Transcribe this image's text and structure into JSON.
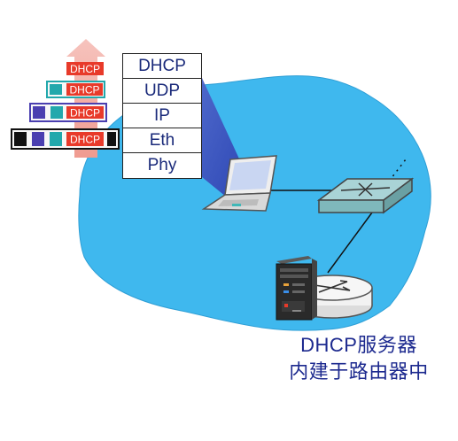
{
  "layers": [
    "DHCP",
    "UDP",
    "IP",
    "Eth",
    "Phy"
  ],
  "packet_label": "DHCP",
  "caption_line1": "DHCP服务器",
  "caption_line2": "内建于路由器中",
  "colors": {
    "cloud": "#3fb8ee",
    "beam": "#2b45b8",
    "arrow": "#f4b0a8",
    "dhcp_box": "#e83a2a",
    "udp_box": "#22a8ac",
    "ip_box": "#4a3fb0",
    "eth_box": "#111111",
    "text": "#1d2a8f"
  }
}
